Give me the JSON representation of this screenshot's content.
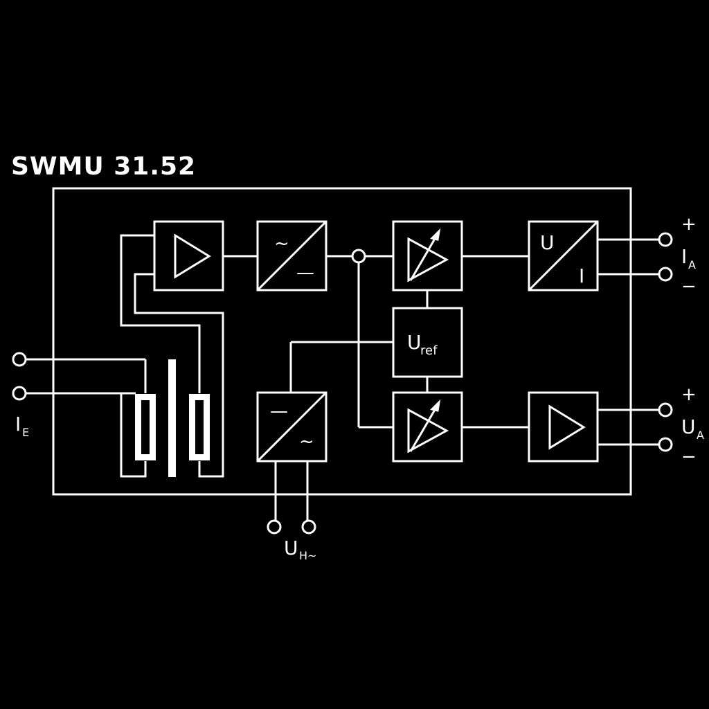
{
  "title": "SWMU 31.52",
  "colors": {
    "background": "#000000",
    "stroke": "#ffffff"
  },
  "labels": {
    "input_current": {
      "main": "I",
      "sub": "E"
    },
    "aux_voltage": {
      "main": "U",
      "sub": "H~"
    },
    "output_current": {
      "main": "I",
      "sub": "A",
      "plus": "+",
      "minus": "−"
    },
    "output_voltage": {
      "main": "U",
      "sub": "A",
      "plus": "+",
      "minus": "−"
    },
    "reference": {
      "main": "U",
      "sub": "ref"
    },
    "rectifier": {
      "top": "~",
      "bottom": "—"
    },
    "inverter": {
      "top": "—",
      "bottom": "~"
    },
    "vi_converter": {
      "top": "U",
      "bottom": "I"
    }
  }
}
